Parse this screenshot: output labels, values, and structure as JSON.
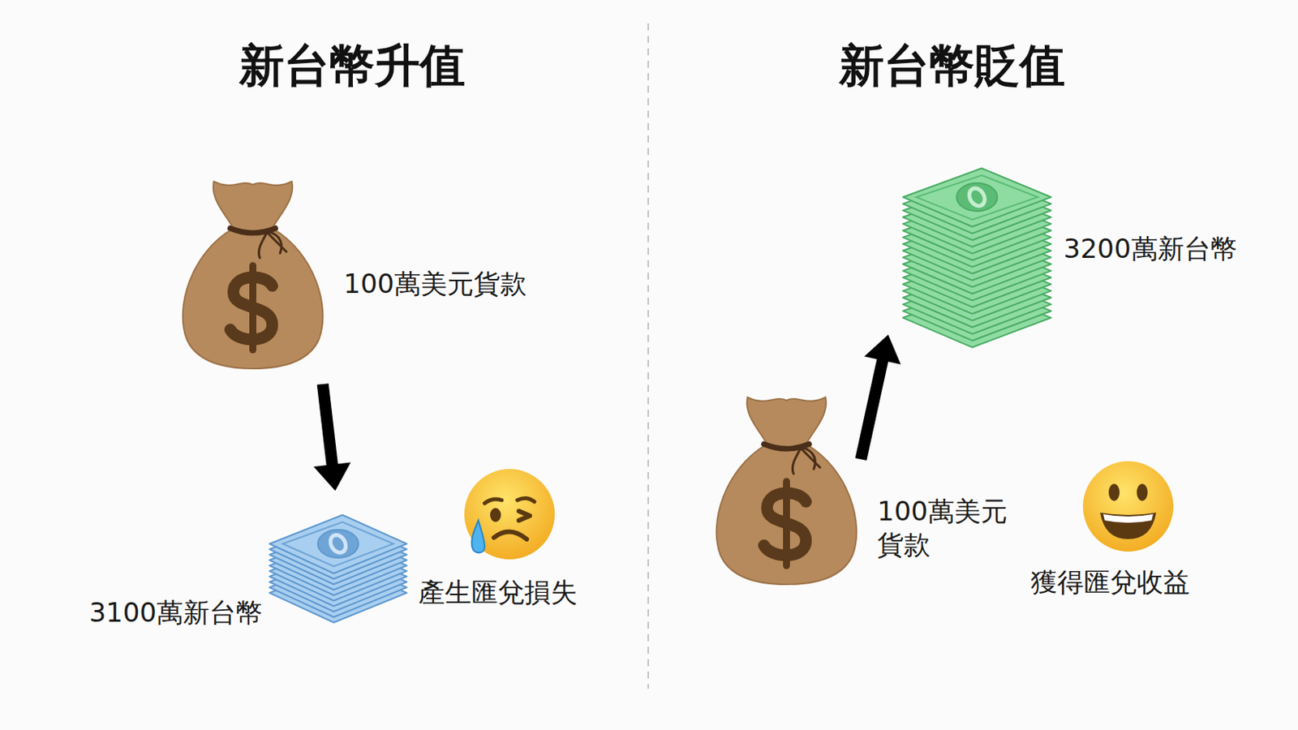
{
  "diagram": {
    "nodes": [
      {
        "text": [
          "100萬美元貨款"
        ]
      },
      {
        "text": [
          "3100萬新台幣"
        ]
      },
      {
        "text": [
          "100萬美元 貨款"
        ]
      },
      {
        "text": [
          "3200萬新台幣"
        ]
      }
    ],
    "edges": [
      {
        "from": 0,
        "to": 1,
        "arrow": "to"
      },
      {
        "from": 2,
        "to": 3,
        "arrow": "to"
      }
    ],
    "labels": [
      "新台幣升值",
      "新台幣貶值",
      "產生匯兌損失",
      "獲得匯兌收益"
    ]
  }
}
